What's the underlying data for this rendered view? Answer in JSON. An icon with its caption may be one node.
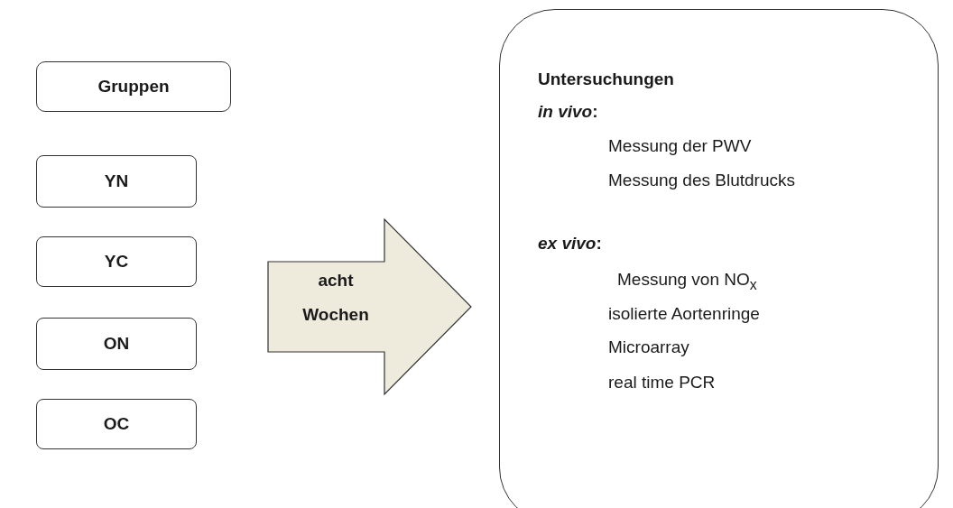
{
  "diagram": {
    "nodes": [
      {
        "text": [
          "Gruppen"
        ]
      },
      {
        "text": [
          "YN"
        ]
      },
      {
        "text": [
          "YC"
        ]
      },
      {
        "text": [
          "ON"
        ]
      },
      {
        "text": [
          "OC"
        ]
      },
      {
        "text": [
          "acht Wochen"
        ]
      },
      {
        "text": [
          "Untersuchungen",
          "*in vivo*:",
          "Messung der PWV",
          "Messung des Blutdrucks",
          "*ex vivo*:",
          "Messung von NO$_{x}$",
          "isolierte Aortenringe",
          "Microarray",
          "real time PCR"
        ]
      }
    ]
  }
}
